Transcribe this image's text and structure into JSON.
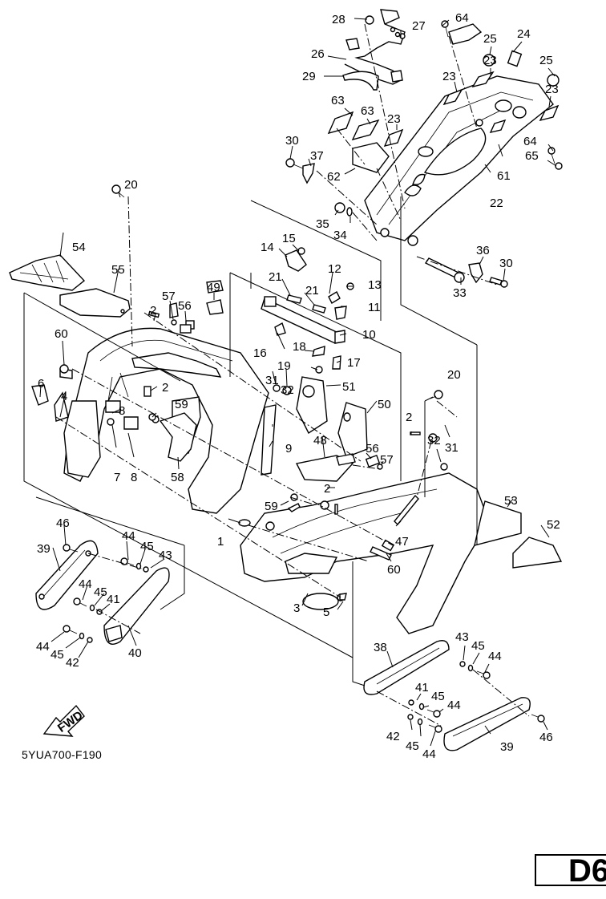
{
  "diagram": {
    "title": "Exploded parts diagram — frame / hull assembly",
    "code": "5YUA700-F190",
    "page_badge": "D6",
    "fwd_label": "FWD"
  },
  "callouts": {
    "c1": "1",
    "c2a": "2",
    "c2b": "2",
    "c2c": "2",
    "c2d": "2",
    "c3": "3",
    "c4": "4",
    "c5": "5",
    "c6": "6",
    "c7": "7",
    "c8a": "8",
    "c8b": "8",
    "c9": "9",
    "c10": "10",
    "c11": "11",
    "c12": "12",
    "c13": "13",
    "c14": "14",
    "c15": "15",
    "c16": "16",
    "c17": "17",
    "c18": "18",
    "c19": "19",
    "c20a": "20",
    "c20b": "20",
    "c21a": "21",
    "c21b": "21",
    "c22": "22",
    "c23a": "23",
    "c23b": "23",
    "c23c": "23",
    "c23d": "23",
    "c24": "24",
    "c25a": "25",
    "c25b": "25",
    "c26": "26",
    "c27": "27",
    "c28": "28",
    "c29": "29",
    "c30a": "30",
    "c30b": "30",
    "c31a": "31",
    "c31b": "31",
    "c32a": "32",
    "c32b": "32",
    "c33": "33",
    "c34": "34",
    "c35": "35",
    "c36": "36",
    "c37": "37",
    "c38": "38",
    "c39a": "39",
    "c39b": "39",
    "c40": "40",
    "c41a": "41",
    "c41b": "41",
    "c42a": "42",
    "c42b": "42",
    "c43a": "43",
    "c43b": "43",
    "c44a": "44",
    "c44b": "44",
    "c44c": "44",
    "c44d": "44",
    "c44e": "44",
    "c44f": "44",
    "c45a": "45",
    "c45b": "45",
    "c45c": "45",
    "c45d": "45",
    "c45e": "45",
    "c45f": "45",
    "c46a": "46",
    "c46b": "46",
    "c47": "47",
    "c48": "48",
    "c49": "49",
    "c50": "50",
    "c51": "51",
    "c52": "52",
    "c53": "53",
    "c54": "54",
    "c55": "55",
    "c56a": "56",
    "c56b": "56",
    "c57a": "57",
    "c57b": "57",
    "c58": "58",
    "c59a": "59",
    "c59b": "59",
    "c60a": "60",
    "c60b": "60",
    "c61": "61",
    "c62": "62",
    "c63a": "63",
    "c63b": "63",
    "c64a": "64",
    "c64b": "64",
    "c65": "65"
  }
}
